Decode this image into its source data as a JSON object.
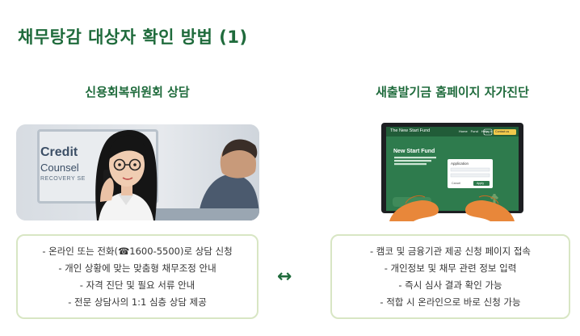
{
  "page": {
    "title": "채무탕감 대상자 확인 방법 (1)"
  },
  "left": {
    "title": "신용회복위원회 상담",
    "illustration": {
      "sign_line1": "Credit",
      "sign_line2": "Counsel",
      "sign_line3": "RECOVERY SE"
    },
    "items": [
      "- 온라인 또는 전화(☎1600-5500)로 상담 신청",
      "- 개인 상황에 맞는 맞춤형 채무조정 안내",
      "- 자격 진단 및 필요 서류 안내",
      "- 전문 상담사의 1:1 심층 상담 제공"
    ]
  },
  "right": {
    "title": "새출발기금 홈페이지 자가진단",
    "illustration": {
      "site_name": "The New Start Fund",
      "hero_title": "New Start Fund",
      "nav_items": [
        "Home",
        "Fund",
        "Help"
      ],
      "nav_button": "Log in",
      "nav_cta": "Contact us",
      "form_title": "Application",
      "form_cancel": "Cancel",
      "form_submit": "Apply"
    },
    "items": [
      "- 캠코 및 금융기관 제공 신청 페이지 접속",
      "- 개인정보 및 채무 관련 정보 입력",
      "- 즉시 심사 결과 확인 가능",
      "- 적합 시 온라인으로 바로 신청 가능"
    ]
  },
  "connector": {
    "symbol": "↔"
  },
  "colors": {
    "accent": "#1f6b3c",
    "box_border": "#d8e6c4"
  }
}
